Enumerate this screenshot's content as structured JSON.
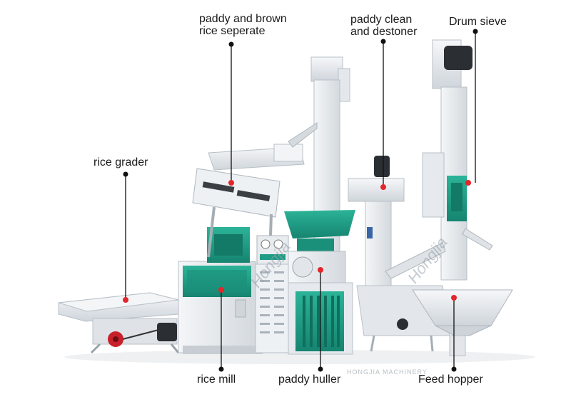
{
  "labels": {
    "paddy_brown_line1": "paddy and brown",
    "paddy_brown_line2": "rice seperate",
    "paddy_clean_line1": "paddy clean",
    "paddy_clean_line2": "and destoner",
    "drum_sieve": "Drum sieve",
    "rice_grader": "rice grader",
    "rice_mill": "rice mill",
    "paddy_huller": "paddy huller",
    "feed_hopper": "Feed hopper"
  },
  "watermark": {
    "text_left": "Hongjia",
    "text_right": "Hongjia",
    "brand": "HONGJIA MACHINERY"
  },
  "colors": {
    "machine_white": "#e9ecef",
    "machine_shadow": "#c9cfd5",
    "accent_green": "#1e9c85",
    "marker_red": "#e3262a",
    "marker_black": "#111111",
    "motor_dark": "#2b2f33"
  }
}
